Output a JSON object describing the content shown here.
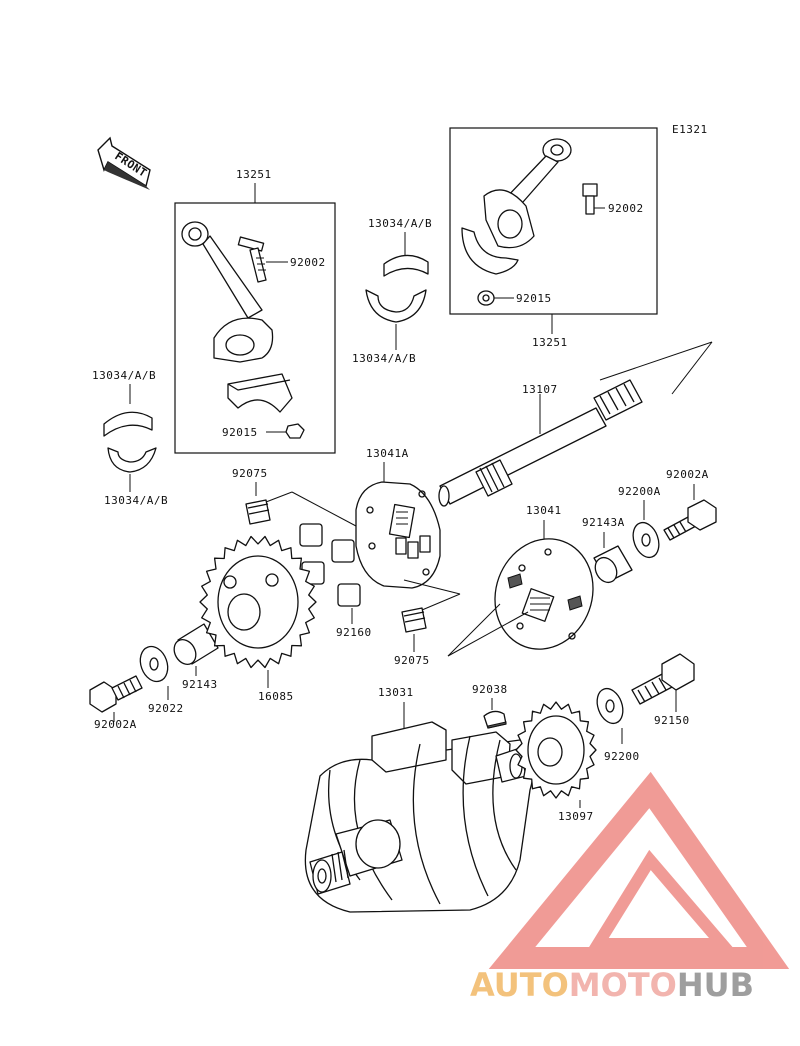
{
  "diagram_code": "E1321",
  "front_label": "FRONT",
  "labels": {
    "l13251a": "13251",
    "l92002a": "92002",
    "l92015a": "92015",
    "l13034t": "13034/A/B",
    "l13034u": "13034/A/B",
    "l13034l": "13034/A/B",
    "l13034m": "13034/A/B",
    "l13251b": "13251",
    "l92002b": "92002",
    "l92015b": "92015",
    "l13107": "13107",
    "l13041A": "13041A",
    "l92075a": "92075",
    "l92002A_r": "92002A",
    "l92200A": "92200A",
    "l92143A": "92143A",
    "l13041": "13041",
    "l92160": "92160",
    "l92075b": "92075",
    "l92002A_l": "92002A",
    "l92022": "92022",
    "l92143": "92143",
    "l16085": "16085",
    "l13031": "13031",
    "l92038": "92038",
    "l92150": "92150",
    "l92200": "92200",
    "l13097": "13097"
  },
  "watermark": {
    "part1": "AUTO",
    "part2": "MOTO",
    "part3": "HUB",
    "color1": "#f2b866",
    "color2": "#f0a7a0",
    "color3": "#8e8e8e",
    "logo_color": "#ee8a84"
  }
}
